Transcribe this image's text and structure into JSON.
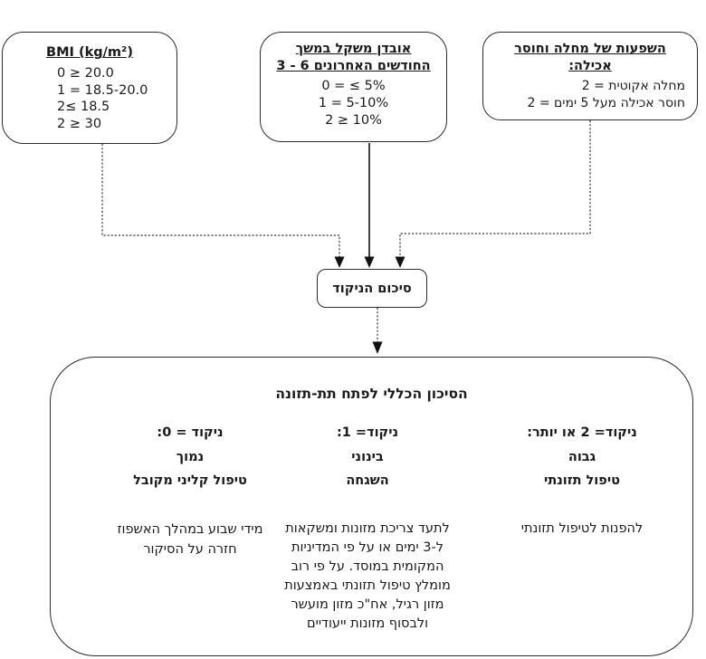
{
  "colors": {
    "ink": "#1a1a1a",
    "line": "#333333",
    "background": "#ffffff"
  },
  "boxes": {
    "bmi": {
      "title": "BMI (kg/m²)",
      "lines": [
        "0 ≥ 20.0",
        "1 = 18.5-20.0",
        "2≤ 18.5",
        "2 ≥ 30"
      ]
    },
    "weight_loss": {
      "title_line1": "אובדן משקל במשך",
      "title_line2": "3 - 6 החודשים האחרונים",
      "lines": [
        "0 = ≤ 5%",
        "1 = 5-10%",
        "2 ≥ 10%"
      ]
    },
    "illness": {
      "title_line1": "השפעות של מחלה וחוסר",
      "title_line2": "אכילה:",
      "lines": [
        "מחלה אקוטית = 2",
        "חוסר אכילה מעל 5 ימים = 2"
      ]
    }
  },
  "summary": {
    "label": "סיכום הניקוד"
  },
  "risk": {
    "title": "הסיכון הכללי לפתח תת-תזונה",
    "high": {
      "header_lines": [
        "ניקוד= 2 או יותר:",
        "גבוה",
        "טיפול תזונתי"
      ],
      "body_lines": [
        "להפנות לטיפול תזונתי"
      ]
    },
    "medium": {
      "header_lines": [
        "ניקוד= 1:",
        "בינוני",
        "השגחה"
      ],
      "body_lines": [
        "לתעד צריכת מזונות ומשקאות",
        "ל-3 ימים או על פי המדיניות",
        "המקומית במוסד. על פי רוב",
        "מומלץ טיפול תזונתי באמצעות",
        "מזון רגיל, אח\"כ מזון מועשר",
        "ולבסוף מזונות ייעודיים"
      ]
    },
    "low": {
      "header_lines": [
        "ניקוד = 0:",
        "נמוך",
        "טיפול קליני מקובל"
      ],
      "body_lines": [
        "מידי שבוע במהלך האשפוז",
        "חזרה על הסיקור"
      ]
    }
  }
}
